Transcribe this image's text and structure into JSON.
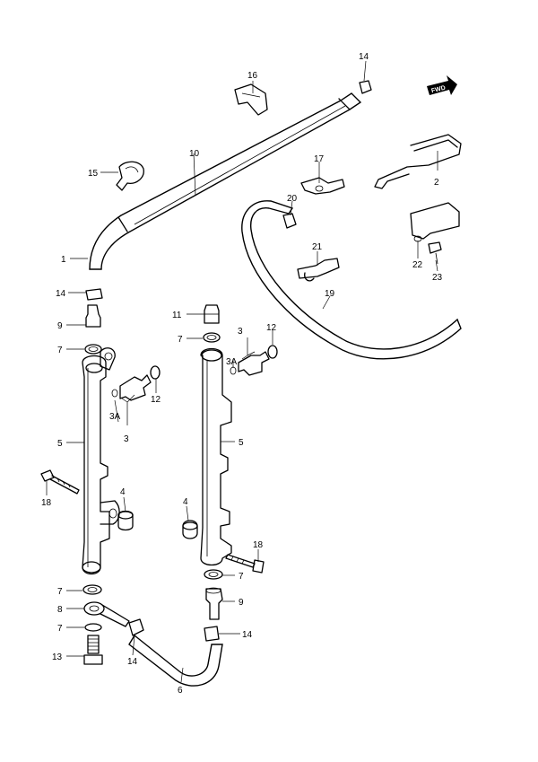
{
  "labels": {
    "l1": "1",
    "l2": "2",
    "l3a": "3",
    "l3b": "3",
    "l3a_a": "3A",
    "l3a_b": "3A",
    "l4a": "4",
    "l4b": "4",
    "l5a": "5",
    "l5b": "5",
    "l6": "6",
    "l7a": "7",
    "l7b": "7",
    "l7c": "7",
    "l7d": "7",
    "l7e": "7",
    "l8": "8",
    "l9a": "9",
    "l9b": "9",
    "l10": "10",
    "l11": "11",
    "l12a": "12",
    "l12b": "12",
    "l13": "13",
    "l14a": "14",
    "l14b": "14",
    "l14c": "14",
    "l14d": "14",
    "l15": "15",
    "l16": "16",
    "l17": "17",
    "l18a": "18",
    "l18b": "18",
    "l19": "19",
    "l20": "20",
    "l21": "21",
    "l22": "22",
    "l23": "23"
  },
  "fwd_label": "FWD"
}
